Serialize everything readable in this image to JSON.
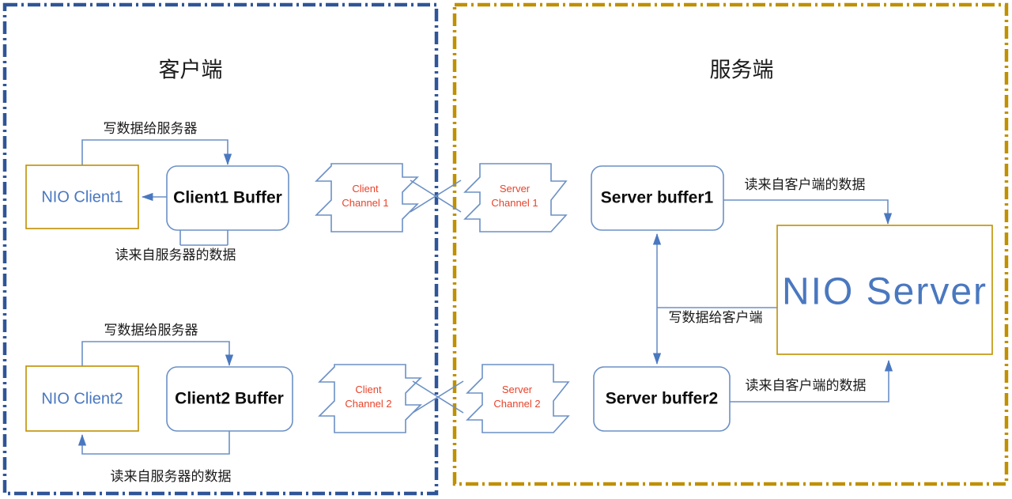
{
  "diagram": {
    "title_client": "客户端",
    "title_server": "服务端",
    "colors": {
      "client_panel_border": "#2f5597",
      "server_panel_border": "#bf9000",
      "connector": "#6b90c6",
      "channel_text": "#e8432a",
      "nio_text": "#4a78c0",
      "box_border_blue": "#6b90c6",
      "box_border_gold": "#bf9000"
    },
    "client_side": {
      "nio_client_1": "NIO  Client1",
      "nio_client_2": "NIO  Client2",
      "buffer_1": "Client1 Buffer",
      "buffer_2": "Client2 Buffer",
      "channel_1_line1": "Client",
      "channel_1_line2": "Channel 1",
      "channel_2_line1": "Client",
      "channel_2_line2": "Channel 2",
      "write_label_1": "写数据给服务器",
      "read_label_1": "读来自服务器的数据",
      "write_label_2": "写数据给服务器",
      "read_label_2": "读来自服务器的数据"
    },
    "server_side": {
      "nio_server": "NIO  Server",
      "buffer_1": "Server  buffer1",
      "buffer_2": "Server  buffer2",
      "channel_1_line1": "Server",
      "channel_1_line2": "Channel 1",
      "channel_2_line1": "Server",
      "channel_2_line2": "Channel 2",
      "read_label_1": "读来自客户端的数据",
      "write_label": "写数据给客户端",
      "read_label_2": "读来自客户端的数据"
    }
  }
}
